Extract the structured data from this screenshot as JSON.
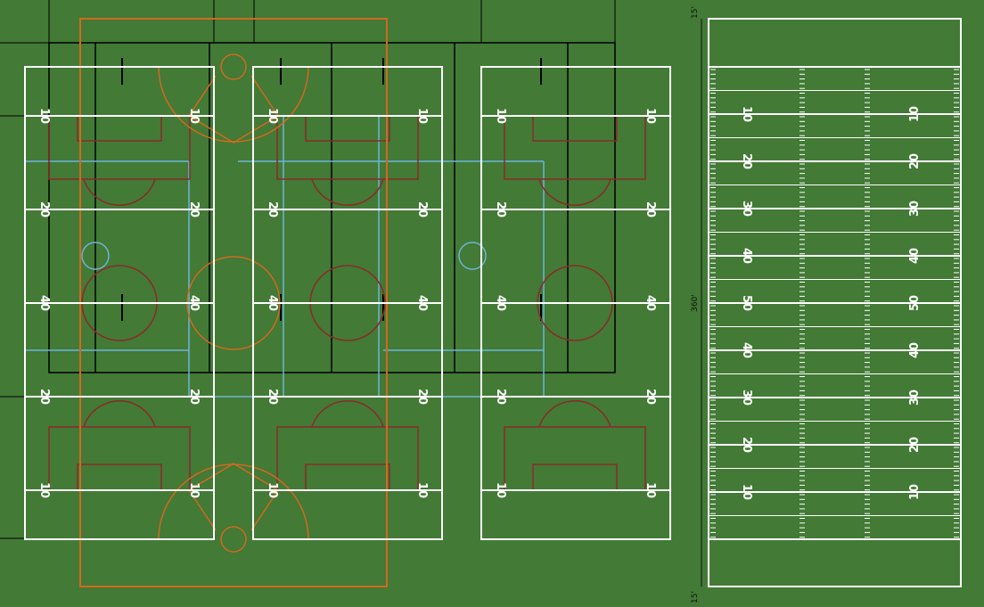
{
  "multi_fields": {
    "left_labels": [
      "10",
      "20",
      "40",
      "20",
      "10"
    ],
    "right_labels": [
      "10",
      "20",
      "40",
      "20",
      "10"
    ]
  },
  "football": {
    "yard_labels_left": [
      "10",
      "20",
      "30",
      "40",
      "50",
      "40",
      "30",
      "20",
      "10"
    ],
    "yard_labels_right": [
      "10",
      "20",
      "30",
      "40",
      "50",
      "40",
      "30",
      "20",
      "10"
    ]
  },
  "dimensions": {
    "top": "15'",
    "length": "360'",
    "bottom": "15'"
  },
  "colors": {
    "turf": "#427a36",
    "line": "#ffffff",
    "softball": "#d2691e",
    "soccer": "#8b2a2a",
    "lacrosse": "#000000",
    "field_hockey": "#6cb4d8"
  }
}
